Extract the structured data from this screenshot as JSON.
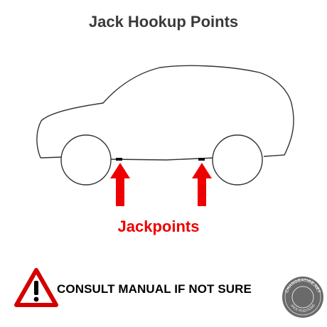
{
  "title": "Jack Hookup Points",
  "label": "Jackpoints",
  "warning": "CONSULT MANUAL IF NOT SURE",
  "seal_text": "CHANGEATIRE.NET",
  "seal_text_lower": "JACK POSITIONS",
  "colors": {
    "accent": "#ee0000",
    "title": "#3a3a3a",
    "outline": "#333333",
    "warning_border": "#d40000",
    "seal": "#666666"
  },
  "icons": [
    "car-outline",
    "up-arrow-icon",
    "warning-icon",
    "seal-logo"
  ]
}
